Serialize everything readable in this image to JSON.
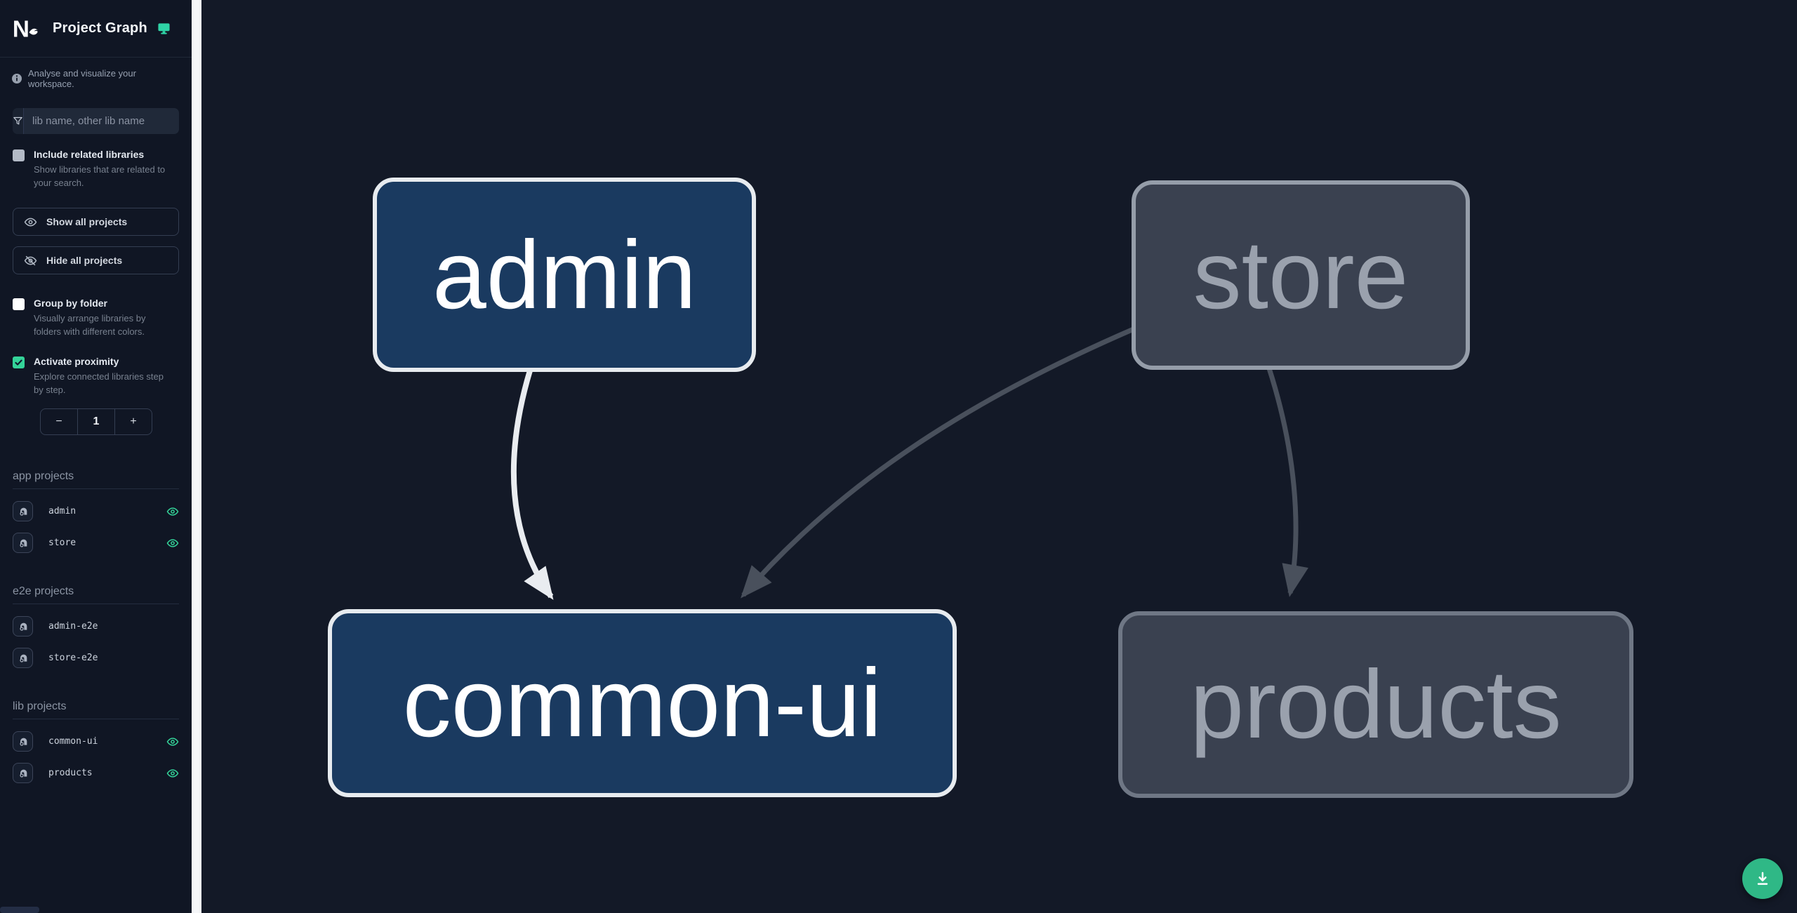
{
  "app": {
    "title": "Project Graph",
    "subtitle": "Analyse and visualize your workspace."
  },
  "search": {
    "placeholder": "lib name, other lib name"
  },
  "options": [
    {
      "label": "Include related libraries",
      "description": "Show libraries that are related to your search.",
      "checked": false
    },
    {
      "label": "Group by folder",
      "description": "Visually arrange libraries by folders with different colors.",
      "checked": false
    },
    {
      "label": "Activate proximity",
      "description": "Explore connected libraries step by step.",
      "checked": true
    }
  ],
  "buttons": {
    "show_all": "Show all projects",
    "hide_all": "Hide all projects"
  },
  "stepper": {
    "decrement": "−",
    "value": "1",
    "increment": "+"
  },
  "sections": [
    {
      "title": "app projects",
      "items": [
        {
          "name": "admin",
          "visible": true
        },
        {
          "name": "store",
          "visible": true
        }
      ]
    },
    {
      "title": "e2e projects",
      "items": [
        {
          "name": "admin-e2e",
          "visible": false
        },
        {
          "name": "store-e2e",
          "visible": false
        }
      ]
    },
    {
      "title": "lib projects",
      "items": [
        {
          "name": "common-ui",
          "visible": true
        },
        {
          "name": "products",
          "visible": true
        }
      ]
    }
  ],
  "graph": {
    "nodes": [
      {
        "id": "admin",
        "label": "admin",
        "state": "focused"
      },
      {
        "id": "store",
        "label": "store",
        "state": "faded"
      },
      {
        "id": "common-ui",
        "label": "common-ui",
        "state": "focused"
      },
      {
        "id": "products",
        "label": "products",
        "state": "faded"
      }
    ],
    "edges": [
      {
        "from": "admin",
        "to": "common-ui",
        "state": "focused"
      },
      {
        "from": "store",
        "to": "common-ui",
        "state": "faded"
      },
      {
        "from": "store",
        "to": "products",
        "state": "faded"
      }
    ]
  },
  "colors": {
    "accent_teal": "#2fd3a6",
    "eye_green": "#34d399",
    "checkbox_checked": "#34d399",
    "download_button": "#2fb886",
    "node_focused_fill": "#1a3a60",
    "node_focused_border": "#e7ebef",
    "node_faded_fill": "#3a4150",
    "edge_focused": "#e9ecf0",
    "edge_faded": "#49505c",
    "sidebar_bg": "#101624",
    "canvas_bg": "#131927"
  }
}
